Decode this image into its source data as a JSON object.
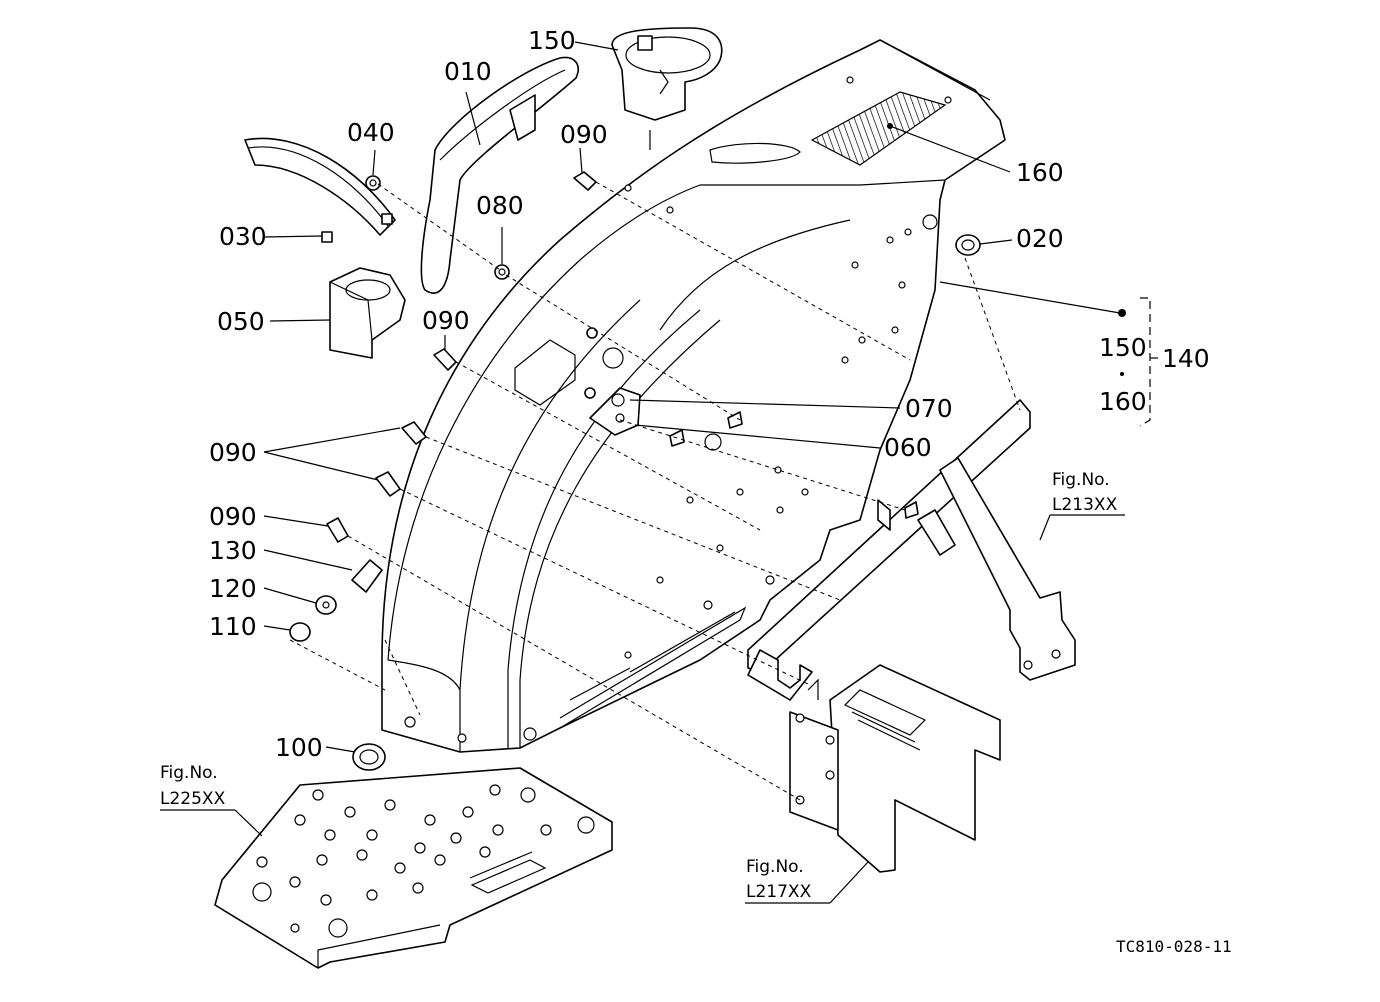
{
  "diagram": {
    "callouts": {
      "c010": "010",
      "c020": "020",
      "c030": "030",
      "c040": "040",
      "c050": "050",
      "c060": "060",
      "c070": "070",
      "c080": "080",
      "c090a": "090",
      "c090b": "090",
      "c090c": "090",
      "c090d": "090",
      "c100": "100",
      "c110": "110",
      "c120": "120",
      "c130": "130",
      "c140": "140",
      "c150a": "150",
      "c150b": "150",
      "c160a": "160",
      "c160b": "160"
    },
    "figure_refs": {
      "ref_l213": {
        "caption": "Fig.No.",
        "code": "L213XX"
      },
      "ref_l225": {
        "caption": "Fig.No.",
        "code": "L225XX"
      },
      "ref_l217": {
        "caption": "Fig.No.",
        "code": "L217XX"
      }
    },
    "drawing_code": "TC810-028-11"
  }
}
